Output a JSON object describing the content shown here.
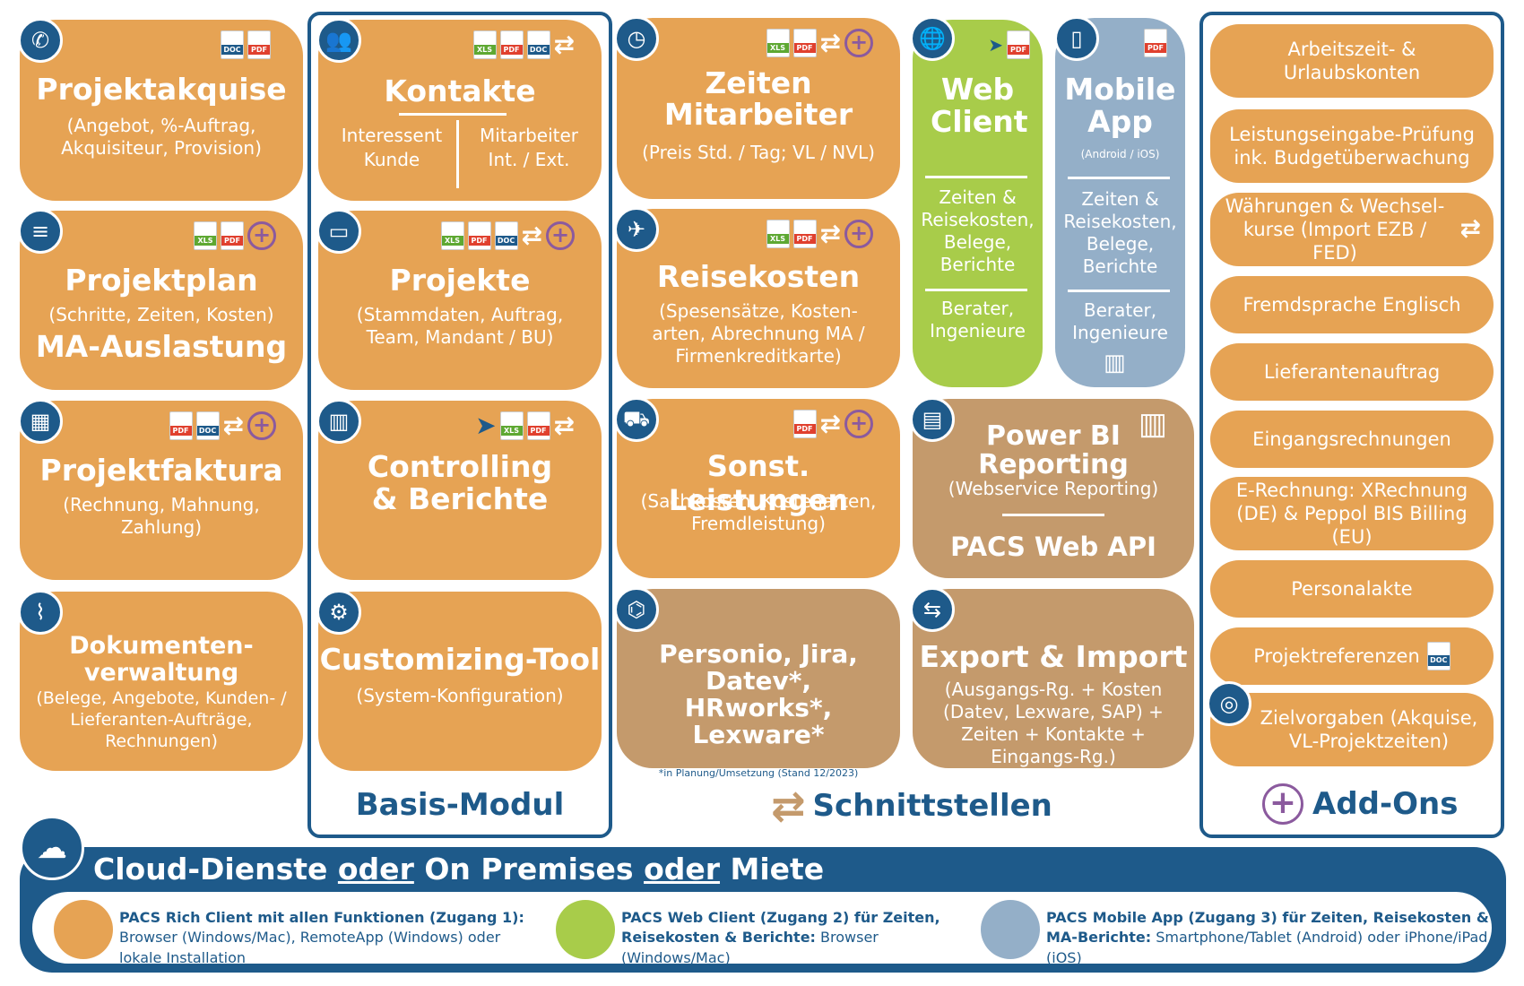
{
  "tiles": {
    "projektakquise": {
      "title": "Projektakquise",
      "sub": "(Angebot, %-Auftrag, Akquisiteur, Provision)"
    },
    "projektplan": {
      "title": "Projektplan",
      "sub": "(Schritte, Zeiten, Kosten)",
      "title2": "MA-Auslastung"
    },
    "projektfaktura": {
      "title": "Projektfaktura",
      "sub": "(Rechnung, Mahnung, Zahlung)"
    },
    "dokumente": {
      "title": "Dokumenten-verwaltung",
      "sub": "(Belege, Angebote, Kunden- / Lieferanten-Aufträge, Rechnungen)"
    },
    "kontakte": {
      "title": "Kontakte",
      "left": "Interessent Kunde",
      "right": "Mitarbeiter Int. / Ext."
    },
    "projekte": {
      "title": "Projekte",
      "sub": "(Stammdaten, Auftrag, Team, Mandant / BU)"
    },
    "controlling": {
      "title": "Controlling & Berichte"
    },
    "customizing": {
      "title": "Customizing-Tool",
      "sub": "(System-Konfiguration)"
    },
    "zeiten": {
      "title": "Zeiten Mitarbeiter",
      "sub": "(Preis Std. / Tag; VL / NVL)"
    },
    "reisekosten": {
      "title": "Reisekosten",
      "sub": "(Spesensätze, Kosten-arten, Abrechnung MA / Firmenkreditkarte)"
    },
    "sonst": {
      "title": "Sonst. Leistungen",
      "sub": "(Sachkosten, Kostenarten, Fremdleistung)"
    },
    "personio": {
      "title": "Personio, Jira, Datev*, HRworks*, Lexware*",
      "note": "*in Planung/Umsetzung (Stand 12/2023)"
    },
    "webclient": {
      "title": "Web Client",
      "mid": "Zeiten & Reisekosten, Belege, Berichte",
      "bottom": "Berater, Ingenieure"
    },
    "mobileapp": {
      "title": "Mobile App",
      "small": "(Android / iOS)",
      "mid": "Zeiten & Reisekosten, Belege, Berichte",
      "bottom": "Berater, Ingenieure"
    },
    "powerbi": {
      "title": "Power BI Reporting",
      "sub": "(Webservice Reporting)",
      "title2": "PACS Web API"
    },
    "export": {
      "title": "Export & Import",
      "sub": "(Ausgangs-Rg. + Kosten (Datev, Lexware, SAP) + Zeiten + Kontakte + Eingangs-Rg.)"
    }
  },
  "addons": [
    "Arbeitszeit- & Urlaubskonten",
    "Leistungseingabe-Prüfung ink. Budgetüberwachung",
    "Währungen & Wechsel-kurse (Import EZB / FED)",
    "Fremdsprache Englisch",
    "Lieferantenauftrag",
    "Eingangsrechnungen",
    "E-Rechnung: XRechnung (DE) & Peppol BIS Billing (EU)",
    "Personalakte",
    "Projektreferenzen",
    "Zielvorgaben (Akquise, VL-Projektzeiten)"
  ],
  "labels": {
    "basis": "Basis-Modul",
    "schnittstellen": "Schnittstellen",
    "addons": "Add-Ons"
  },
  "footer": {
    "part1": "Cloud-Dienste ",
    "oder1": "oder",
    "part2": " On Premises ",
    "oder2": "oder",
    "part3": " Miete",
    "legend1_bold": "PACS Rich Client mit allen Funktionen (Zugang 1):",
    "legend1": " Browser (Windows/Mac), RemoteApp (Windows) oder lokale Installation",
    "legend2_bold": "PACS Web Client (Zugang 2) für Zeiten, Reisekosten & Berichte:",
    "legend2": " Browser (Windows/Mac)",
    "legend3_bold": "PACS Mobile App (Zugang 3) für Zeiten, Reisekosten & MA-Berichte:",
    "legend3": " Smartphone/Tablet (Android) oder iPhone/iPad (iOS)"
  },
  "filelabels": {
    "pdf": "PDF",
    "xls": "XLS",
    "doc": "DOC"
  },
  "colors": {
    "orange": "#e6a354",
    "tan": "#c49a6c",
    "green": "#a8cc4a",
    "blue": "#94afc8",
    "navy": "#1e5a8a",
    "purple": "#8b5a9e"
  }
}
